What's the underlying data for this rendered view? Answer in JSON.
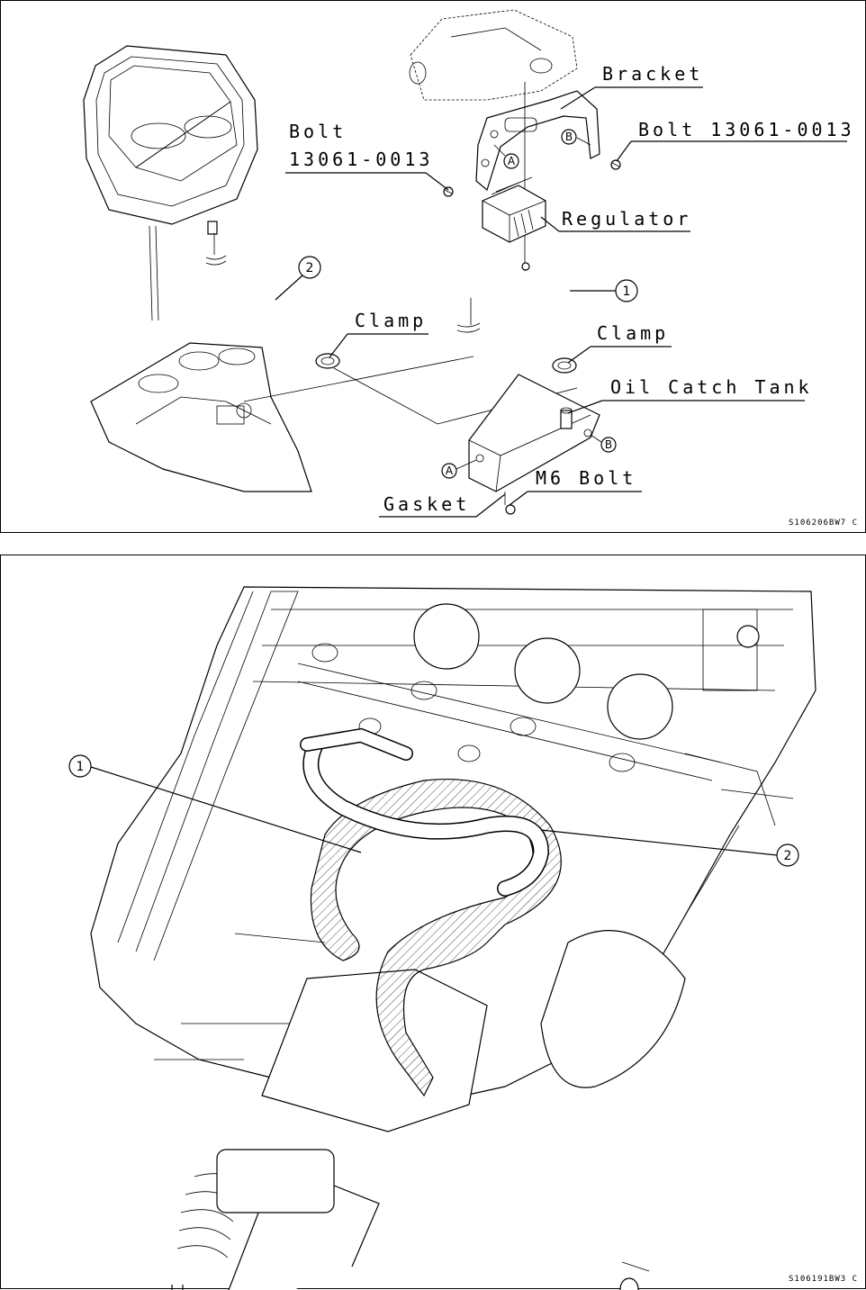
{
  "top_figure": {
    "labels": {
      "bracket": "Bracket",
      "bolt_left_line1": "Bolt",
      "bolt_left_line2": "13061-0013",
      "bolt_right": "Bolt 13061-0013",
      "regulator": "Regulator",
      "clamp_left": "Clamp",
      "clamp_right": "Clamp",
      "oil_catch_tank": "Oil Catch Tank",
      "m6_bolt": "M6 Bolt",
      "gasket": "Gasket"
    },
    "callouts": [
      "1",
      "2"
    ],
    "markers": {
      "a_top": "A",
      "b_top": "B",
      "a_tank": "A",
      "b_tank": "B"
    },
    "figure_code": "S106206BW7 C"
  },
  "bottom_figure": {
    "callouts": [
      "1",
      "2"
    ],
    "figure_code": "S106191BW3 C"
  }
}
